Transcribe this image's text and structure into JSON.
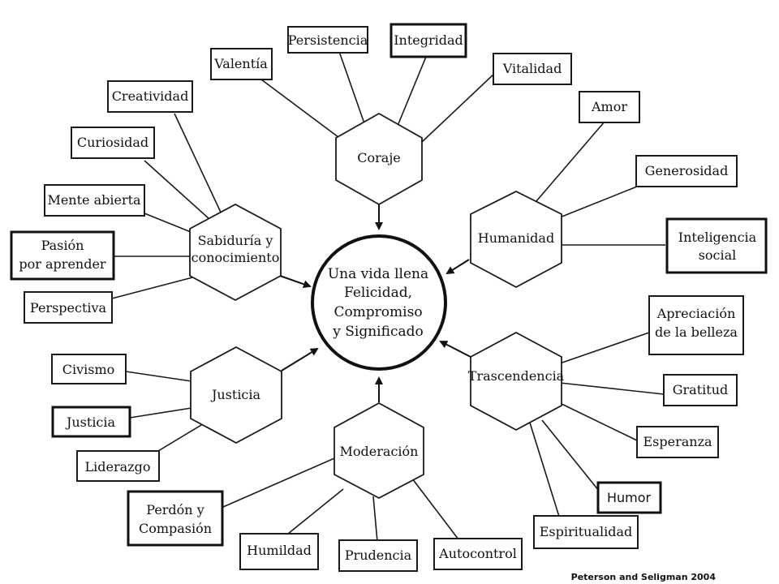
{
  "center": {
    "lines": [
      "Una vida llena",
      "Felicidad,",
      "Compromiso",
      "y Significado"
    ]
  },
  "virtues": {
    "coraje": "Coraje",
    "humanidad": "Humanidad",
    "sabiduria": [
      "Sabiduría y",
      "conocimiento"
    ],
    "justicia": "Justicia",
    "moderacion": "Moderación",
    "trascendencia": "Trascendencia"
  },
  "strengths": {
    "valentia": "Valentía",
    "persistencia": "Persistencia",
    "integridad": "Integridad",
    "vitalidad": "Vitalidad",
    "amor": "Amor",
    "generosidad": "Generosidad",
    "inteligencia_social": [
      "Inteligencia",
      "social"
    ],
    "creatividad": "Creatividad",
    "curiosidad": "Curiosidad",
    "mente_abierta": "Mente abierta",
    "pasion": [
      "Pasión",
      "por aprender"
    ],
    "perspectiva": "Perspectiva",
    "civismo": "Civismo",
    "justicia": "Justicia",
    "liderazgo": "Liderazgo",
    "perdon": [
      "Perdón y",
      "Compasión"
    ],
    "humildad": "Humildad",
    "prudencia": "Prudencia",
    "autocontrol": "Autocontrol",
    "apreciacion": [
      "Apreciación",
      "de la belleza"
    ],
    "gratitud": "Gratitud",
    "esperanza": "Esperanza",
    "humor": "Humor",
    "espiritualidad": "Espiritualidad"
  },
  "credit": "Peterson and Seligman 2004"
}
